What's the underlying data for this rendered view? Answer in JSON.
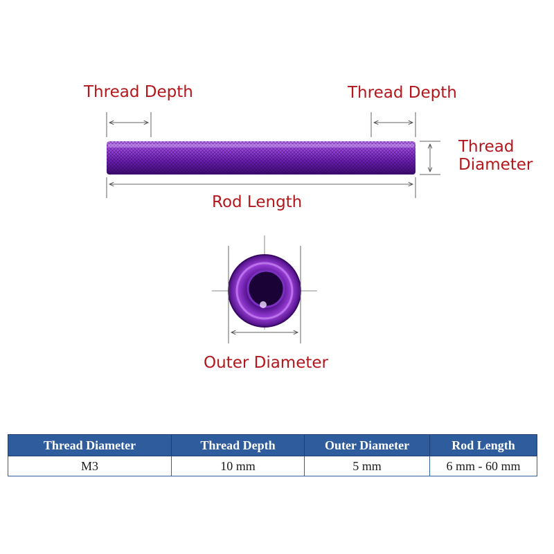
{
  "labels": {
    "thread_depth_left": "Thread Depth",
    "thread_depth_right": "Thread Depth",
    "thread_diameter_line1": "Thread",
    "thread_diameter_line2": "Diameter",
    "rod_length": "Rod Length",
    "outer_diameter": "Outer Diameter"
  },
  "colors": {
    "label_red": "#b3161b",
    "rod_purple": "#7a2fc4",
    "header_blue": "#2f5c9c"
  },
  "spec_table": {
    "headers": [
      "Thread Diameter",
      "Thread Depth",
      "Outer Diameter",
      "Rod Length"
    ],
    "rows": [
      [
        "M3",
        "10 mm",
        "5 mm",
        "6 mm - 60 mm"
      ]
    ]
  }
}
